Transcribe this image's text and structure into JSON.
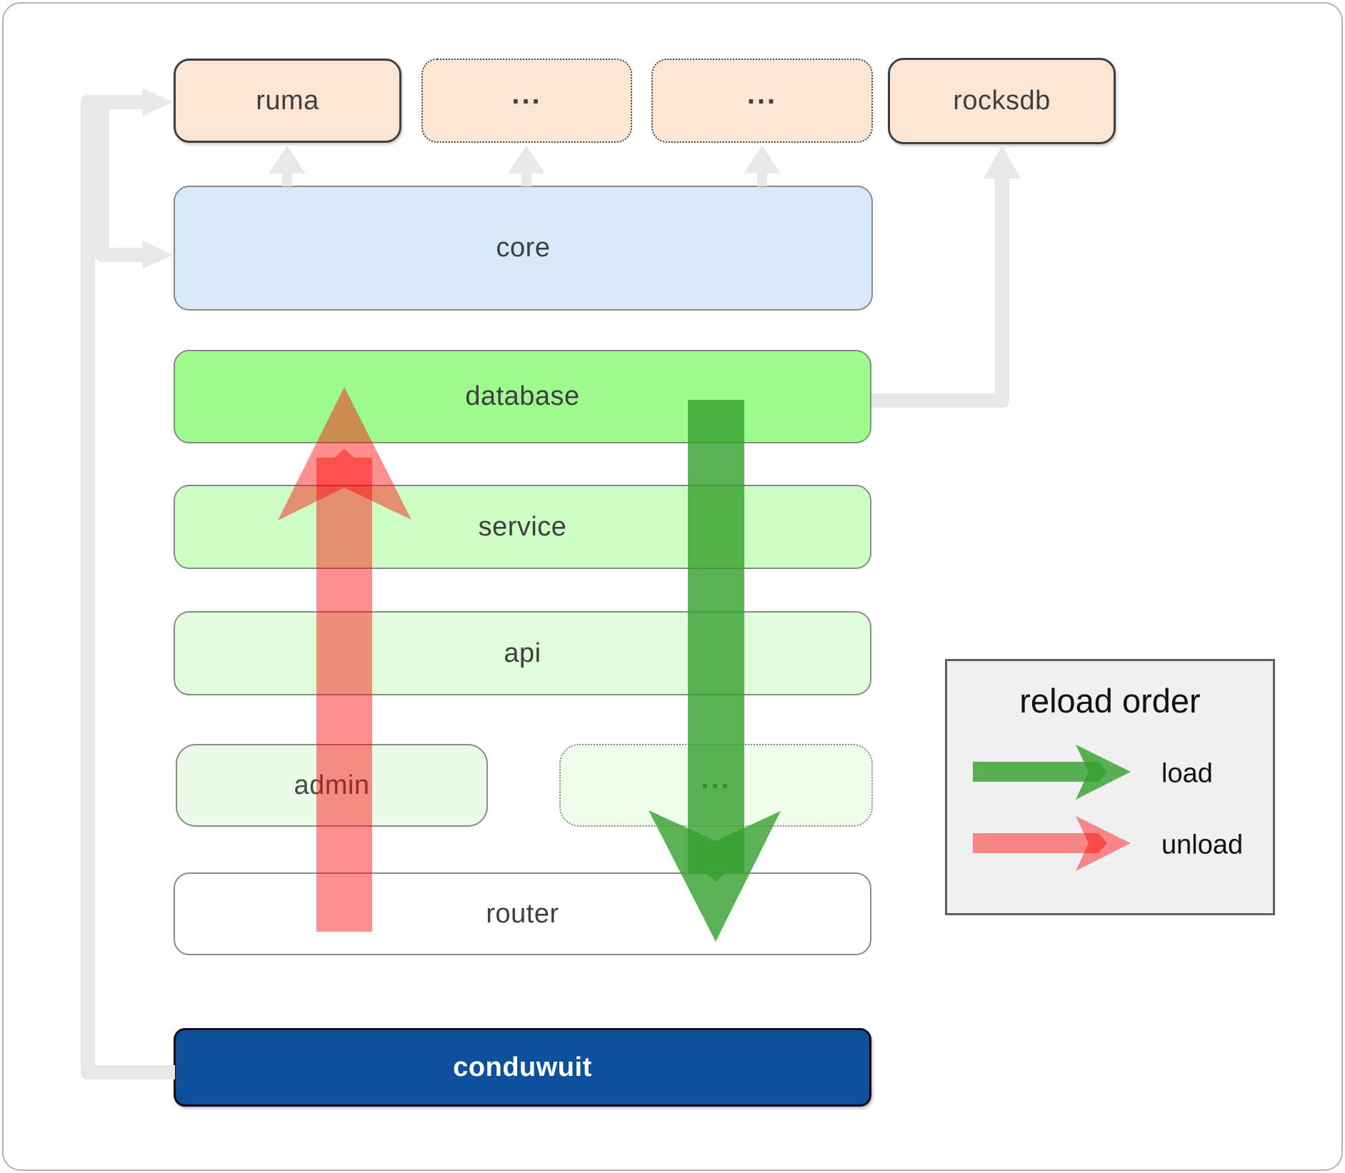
{
  "diagram": {
    "top_row": {
      "ruma_label": "ruma",
      "ellipsis1_label": "...",
      "ellipsis2_label": "...",
      "rocksdb_label": "rocksdb"
    },
    "layers": {
      "core_label": "core",
      "database_label": "database",
      "service_label": "service",
      "api_label": "api",
      "admin_label": "admin",
      "ellipsis3_label": "...",
      "router_label": "router",
      "conduwuit_label": "conduwuit"
    }
  },
  "legend": {
    "title": "reload order",
    "load_label": "load",
    "unload_label": "unload"
  },
  "colors": {
    "peach": "#fce6d3",
    "core_blue": "#d7e8fb",
    "database_green": "#9efb8e",
    "service_green": "#cefdc6",
    "api_green": "#e0fcda",
    "admin_green": "#eafce6",
    "ellipsis_green": "#effdeb",
    "router_white": "#ffffff",
    "conduwuit_blue": "#0d509b",
    "conduwuit_text": "#ffffff",
    "load_arrow": "rgba(51,160,44,0.8)",
    "unload_arrow": "rgba(255,0,0,0.44)",
    "gray_connector": "#e8e8e8",
    "legend_bg": "#f0f0f0",
    "label_text": "#3f3f3f"
  }
}
